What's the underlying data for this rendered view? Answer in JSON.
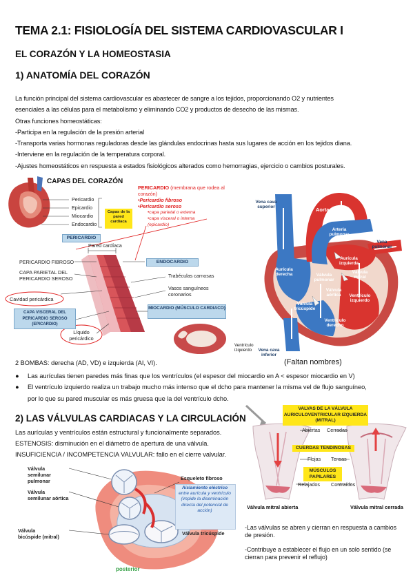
{
  "title": "TEMA 2.1: FISIOLOGÍA DEL SISTEMA CARDIOVASCULAR I",
  "subtitle": "EL CORAZÓN Y LA HOMEOSTASIA",
  "section1": {
    "heading": "1) ANATOMÍA DEL CORAZÓN",
    "lines": [
      "La función principal del sistema cardiovascular es abastecer de sangre a los tejidos, proporcionando O2 y nutrientes",
      "esenciales a las células para el metabolismo y eliminando CO2 y productos de desecho de las mismas.",
      "Otras funciones homeostáticas:",
      "-Participa en la regulación de la presión arterial",
      "-Transporta varias hormonas reguladoras desde las glándulas endocrinas hasta sus lugares de acción en los tejidos diana.",
      "-Interviene en la regulación de la temperatura corporal.",
      "-Ajustes homeostáticos en respuesta a estados fisiológicos alterados como hemorragias, ejercicio o cambios posturales."
    ]
  },
  "capas": {
    "title": "CAPAS  DEL CORAZÓN",
    "pericardio": "Pericardio",
    "epicardio": "Epicardio",
    "miocardio": "Miocardio",
    "endocardio": "Endocardio",
    "capas_box": "Capas de la pared cardíaca",
    "pericardio_box": "PERICARDIO",
    "pared": "Pared cardíaca",
    "pericardio_fibroso": "PERICARDIO FIBROSO",
    "capa_parietal": "CAPA PARIETAL DEL PERICARDIO SEROSO",
    "cavidad": "Cavidad pericárdica",
    "capa_visceral_box": "CAPA VISCERAL DEL PERICARDIO SEROSO (EPICARDIO)",
    "liquido": "Líquido pericárdico",
    "endocardio_box": "ENDOCARDIO",
    "trabeculas": "Trabéculas carnosas",
    "vasos": "Vasos sanguíneos coronarios",
    "miocardio_box": "MIOCARDIO (MÚSCULO CARDIACO)",
    "ventriculo_izq": "Ventrículo izquierdo"
  },
  "notes": {
    "pericardio_title": "PERICARDIO",
    "pericardio_note": "(membrana que rodea al corazón)",
    "fibroso": "•Pericardio fibroso",
    "seroso": "•Pericardio seroso",
    "parietal": "•capa parietal o externa",
    "visceral": "•capa visceral o interna",
    "epicardio": "(epicardio)"
  },
  "heart": {
    "vcs": "Vena cava superior",
    "aorta": "Aorta",
    "arteria": "Arteria pulmonar",
    "vena_pulm": "Vena pulmonar",
    "aur_izq": "Aurícula izquierda",
    "aur_der": "Aurícula derecha",
    "valv_pulm": "Válvula pulmonar",
    "valv_mitral": "Válvula mitral",
    "valv_aortica": "Válvula aórtica",
    "valv_tric": "Válvula tricúspide",
    "vent_izq": "Ventrículo izquierdo",
    "vent_der": "Ventrículo derecho",
    "vci": "Vena cava inferior",
    "faltan": "(Faltan nombres)"
  },
  "bombas": {
    "line": "2 BOMBAS:  derecha (AD, VD) e izquierda (AI, VI).",
    "b1": "Las aurículas tienen paredes más finas que los ventrículos (el espesor del miocardio en A < espesor miocardio en V)",
    "b2a": "El ventrículo izquierdo realiza un trabajo mucho más intenso que el dcho para mantener la misma vel de flujo sanguíneo,",
    "b2b": "por lo que su pared muscular es más gruesa que la del ventrículo dcho."
  },
  "section2": {
    "heading": "2) LAS VÁLVULAS CARDIACAS Y LA CIRCULACIÓN",
    "l1": "Las aurículas y ventrículos están estructural y funcionalmente separados.",
    "l2": "ESTENOSIS: disminución en el diámetro de apertura de una válvula.",
    "l3": "INSUFICIENCIA / INCOMPETENCIA VALVULAR: fallo en el cierre valvular.",
    "valv_sl_pulm": "Válvula semilunar pulmonar",
    "valv_sl_aort": "Válvula semilunar aórtica",
    "valv_bic": "Válvula bicúspide (mitral)",
    "esqueleto": "Esqueleto fibroso",
    "aislamiento_title": "Aislamiento eléctrico",
    "aislamiento_body": "entre aurícula y ventrículo (impide la diseminación directa del potencial de acción)",
    "valv_tric": "Válvula tricúspide",
    "posterior": "posterior"
  },
  "mitral": {
    "box_title": "VALVAS DE LA VÁLVULA AURICULOVENTRICULAR IZQUIERDA (MITRAL)",
    "abiertas": "Abiertas",
    "cerradas": "Cerradas",
    "cuerdas": "CUERDAS TENDINOSAS",
    "flojas": "Flojas",
    "tensas": "Tensas",
    "musculos": "MÚSCULOS PAPILARES",
    "relajados": "Relajados",
    "contraidos": "Contraídos",
    "abierta": "Válvula mitral abierta",
    "cerrada": "Válvula mitral cerrada",
    "n1a": "-Las válvulas se abren y cierran en respuesta a cambios",
    "n1b": "de presión.",
    "n2a": "-Contribuye a establecer el flujo en un solo sentido (se",
    "n2b": "cierran para prevenir el reflujo)"
  },
  "colors": {
    "red": "#e01e1e",
    "yellow": "#ffe619",
    "blue": "#bcd8ec",
    "aorta_red": "#d9342f",
    "vein_blue": "#3c78c3"
  }
}
